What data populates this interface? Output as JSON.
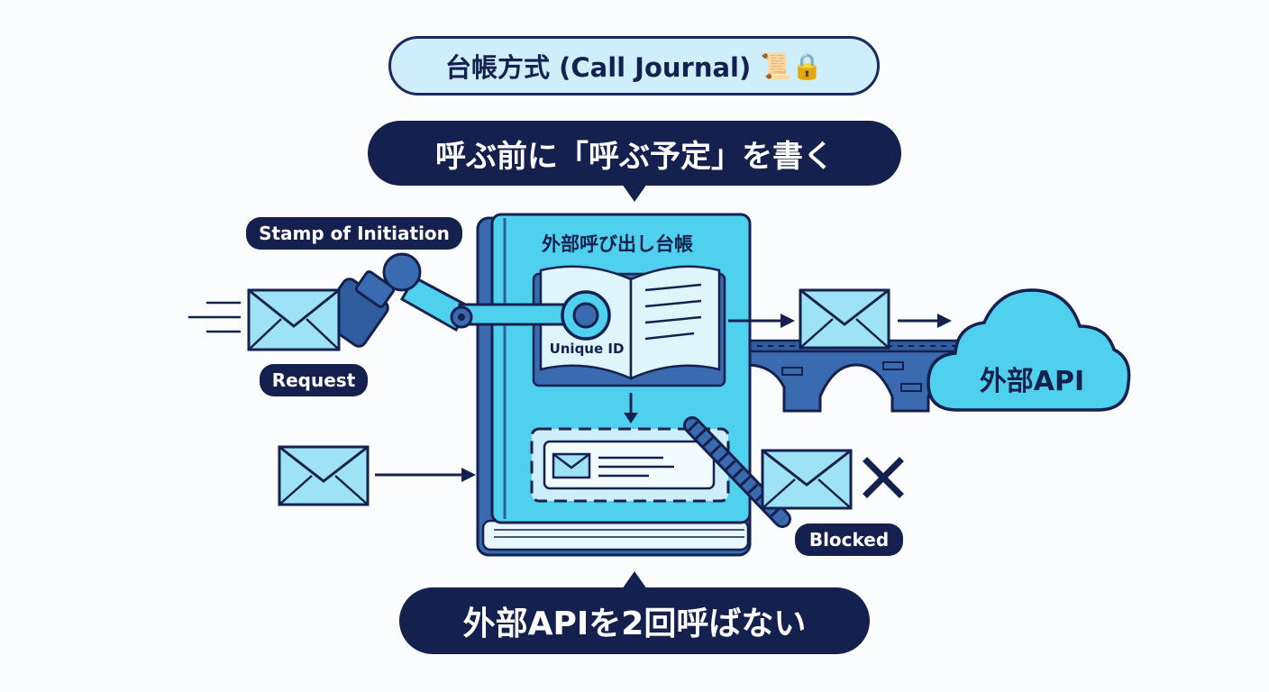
{
  "title": {
    "text": "台帳方式 (Call Journal)",
    "emoji": "📜🔒"
  },
  "banner_top": "呼ぶ前に「呼ぶ予定」を書く",
  "banner_bottom": "外部APIを2回呼ばない",
  "book": {
    "title": "外部呼び出し台帳",
    "unique_id": "Unique ID"
  },
  "labels": {
    "stamp": "Stamp of Initiation",
    "request": "Request",
    "blocked": "Blocked",
    "external_api": "外部API"
  },
  "colors": {
    "navy": "#14214f",
    "cyan": "#4fd0ef",
    "light_cyan": "#cdeefa",
    "steel_blue": "#3a6bb0",
    "envelope_fill": "#9ee3f5"
  }
}
